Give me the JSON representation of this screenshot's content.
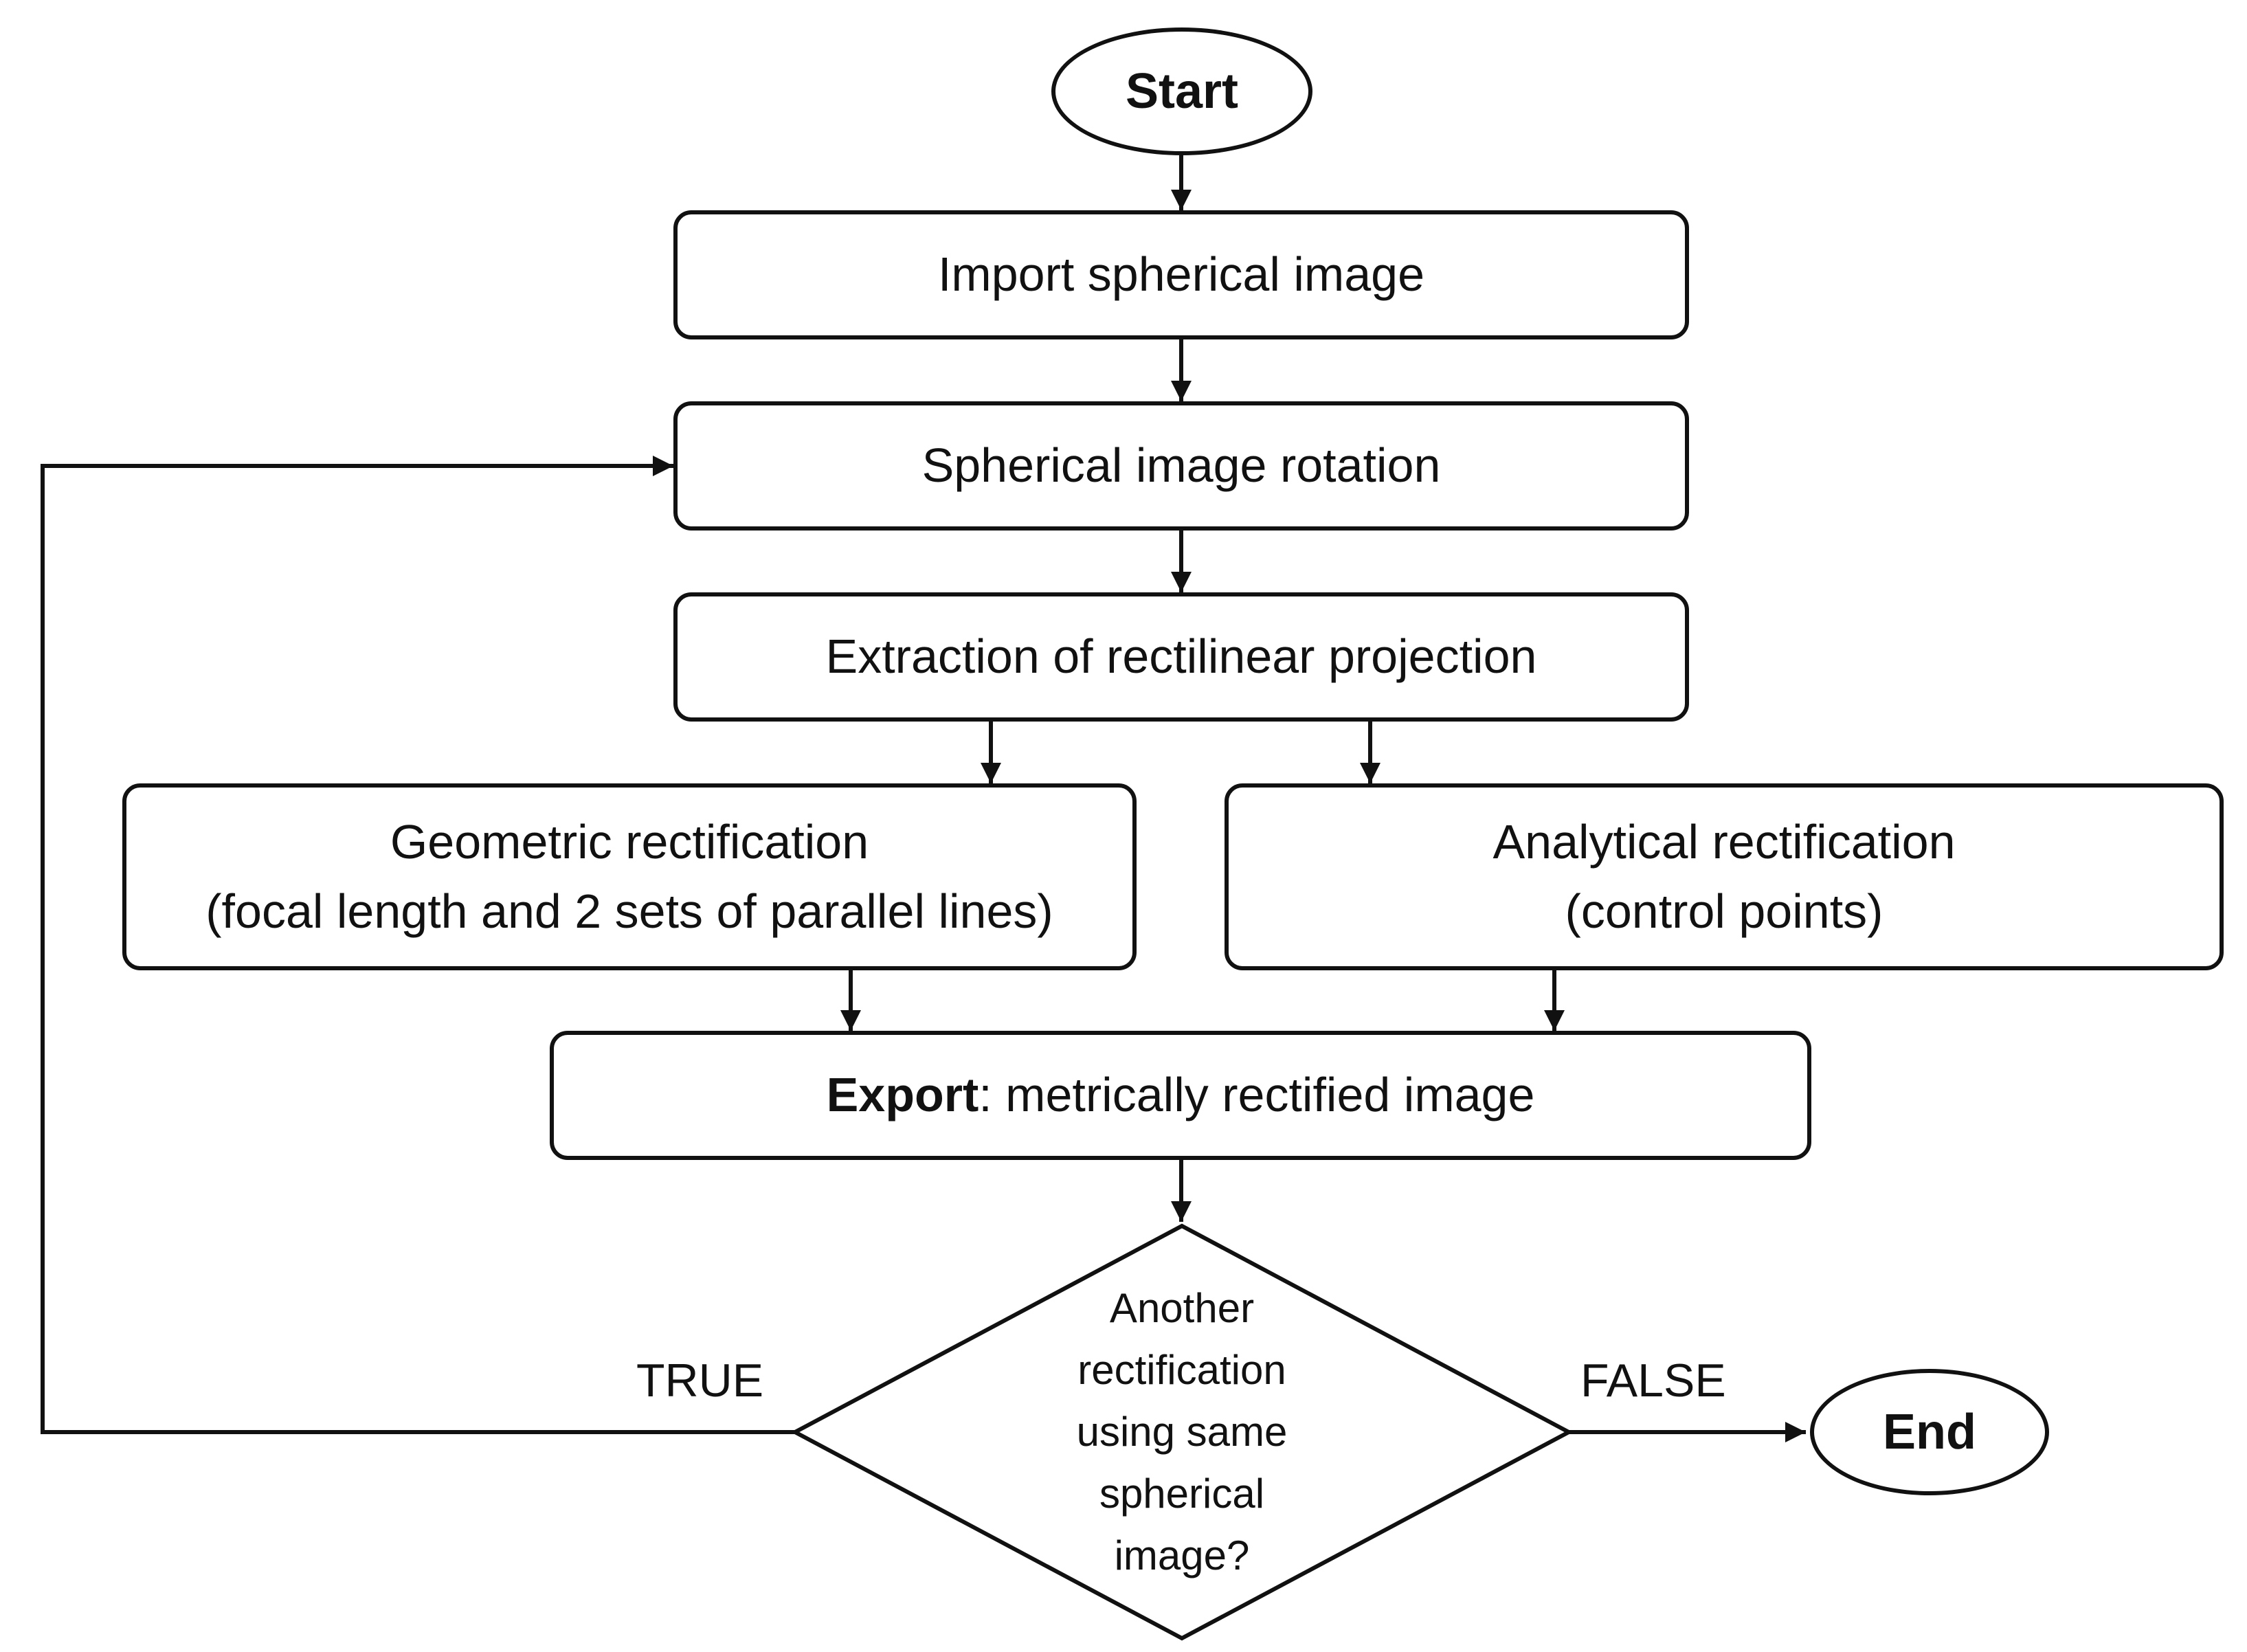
{
  "nodes": {
    "start": "Start",
    "import": "Import spherical image",
    "rotation": "Spherical image rotation",
    "extraction": "Extraction of rectilinear projection",
    "geometric": {
      "line1": "Geometric rectification",
      "line2": "(focal length and 2 sets of parallel lines)"
    },
    "analytical": {
      "line1": "Analytical rectification",
      "line2": "(control points)"
    },
    "export": {
      "bold": "Export",
      "rest": ": metrically rectified image"
    },
    "decision": [
      "Another",
      "rectification",
      "using same",
      "spherical",
      "image?"
    ],
    "end": "End"
  },
  "edges": {
    "true_label": "TRUE",
    "false_label": "FALSE"
  },
  "colors": {
    "stroke": "#111111",
    "background": "#ffffff"
  }
}
